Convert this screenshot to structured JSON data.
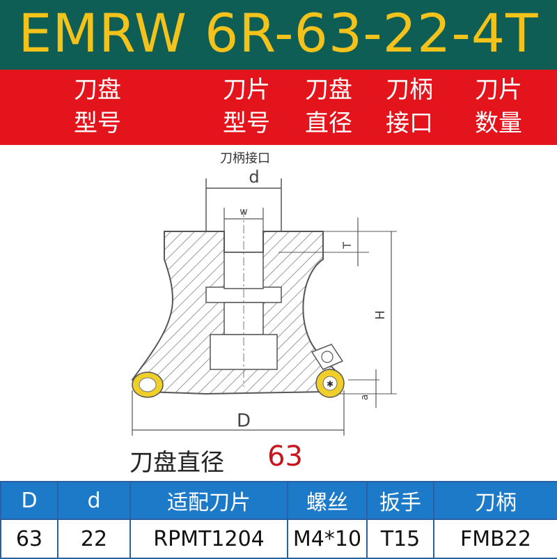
{
  "title": "EMRW 6R-63-22-4T",
  "header_labels": {
    "cutter_model_1": "刀盘",
    "cutter_model_2": "型号",
    "insert_model_1": "刀片",
    "insert_model_2": "型号",
    "cutter_dia_1": "刀盘",
    "cutter_dia_2": "直径",
    "shank_iface_1": "刀柄",
    "shank_iface_2": "接口",
    "insert_qty_1": "刀片",
    "insert_qty_2": "数量"
  },
  "drawing": {
    "top_caption": "刀柄接口",
    "labels": {
      "d": "d",
      "w": "w",
      "T": "T",
      "H": "H",
      "a": "a",
      "D": "D"
    }
  },
  "diameter": {
    "label": "刀盘直径",
    "value": "63"
  },
  "spec_table": {
    "headers": [
      "D",
      "d",
      "适配刀片",
      "螺丝",
      "扳手",
      "刀柄"
    ],
    "values": [
      "63",
      "22",
      "RPMT1204",
      "M4*10",
      "T15",
      "FMB22"
    ]
  },
  "colors": {
    "title_bg": "#0e5e55",
    "title_text": "#f3c21b",
    "header_bg": "#e3141c",
    "table_header_bg": "#1d7ac8",
    "accent_red": "#c8141b"
  }
}
